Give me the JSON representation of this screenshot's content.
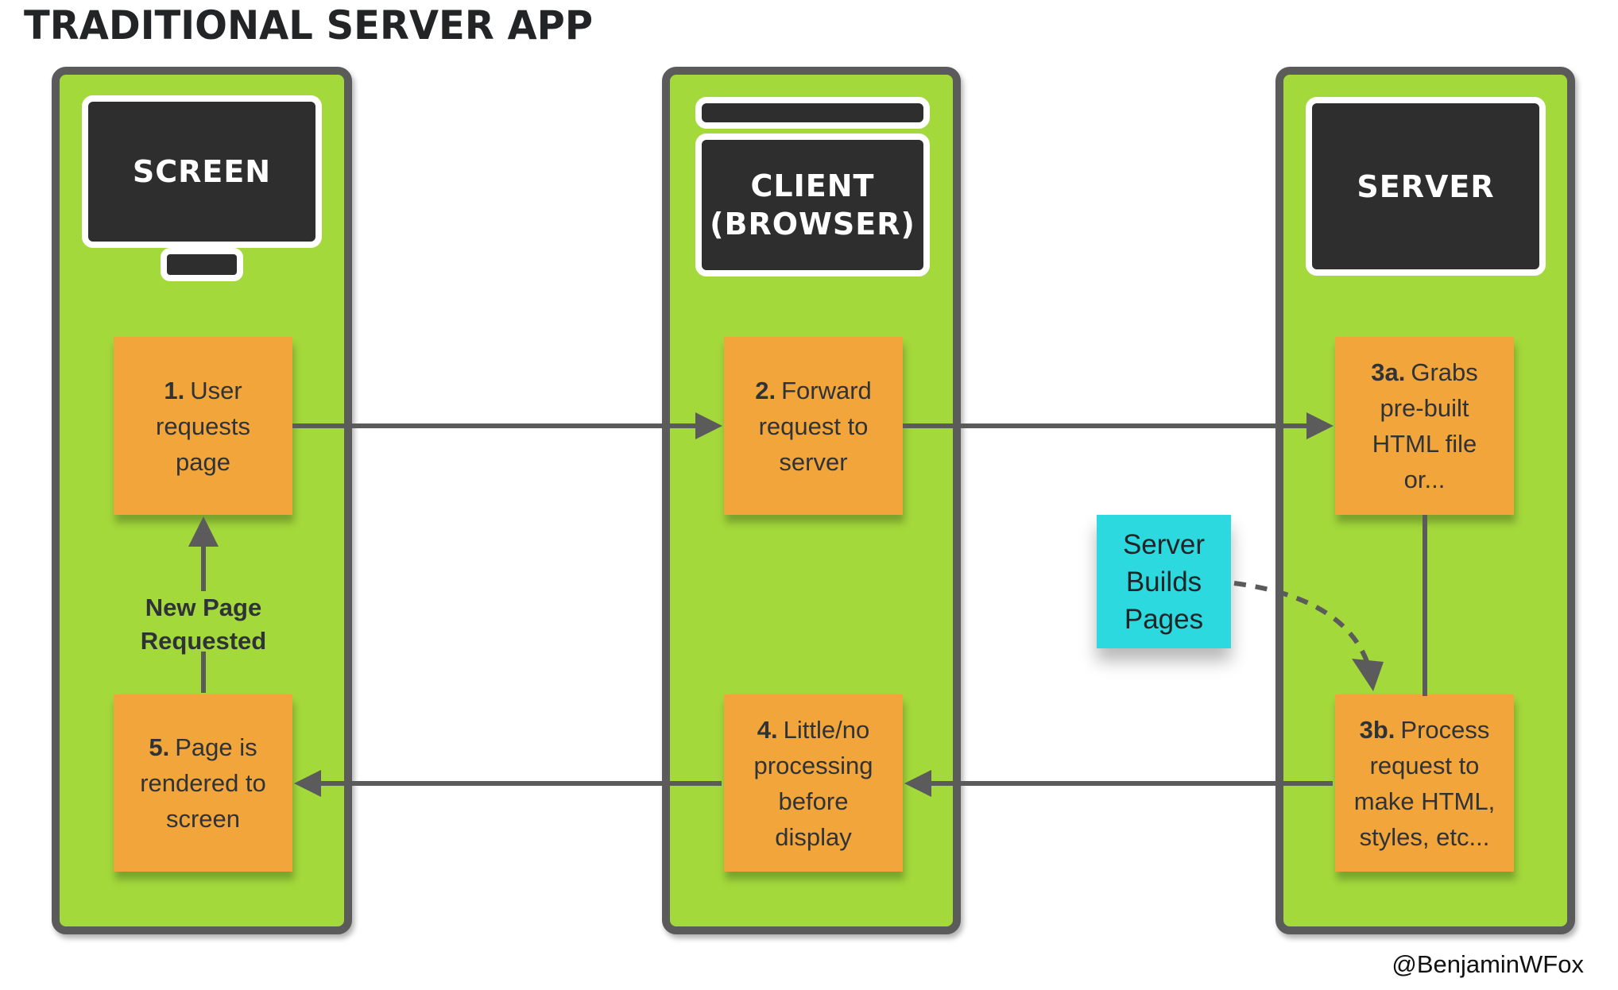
{
  "title": "TRADITIONAL SERVER APP",
  "attribution": "@BenjaminWFox",
  "colors": {
    "column_green": "#a3d93b",
    "outline_gray": "#5b5b5b",
    "note_orange": "#f1a53a",
    "callout_cyan": "#2bd9de",
    "device_dark": "#2e2e2e",
    "device_border_white": "#ffffff",
    "text_dark": "#2f3338"
  },
  "columns": {
    "screen": {
      "label": "SCREEN"
    },
    "client": {
      "label": "CLIENT (BROWSER)"
    },
    "server": {
      "label": "SERVER"
    }
  },
  "notes": {
    "n1": {
      "num": "1.",
      "text": "User requests page"
    },
    "n2": {
      "num": "2.",
      "text": "Forward request to server"
    },
    "n3a": {
      "num": "3a.",
      "text": "Grabs pre-built HTML file or..."
    },
    "n3b": {
      "num": "3b.",
      "text": "Process request to make HTML, styles, etc..."
    },
    "n4": {
      "num": "4.",
      "text": "Little/no processing before display"
    },
    "n5": {
      "num": "5.",
      "text": "Page is rendered to screen"
    }
  },
  "callout": {
    "text": "Server Builds Pages"
  },
  "flow_label": "New Page Requested"
}
